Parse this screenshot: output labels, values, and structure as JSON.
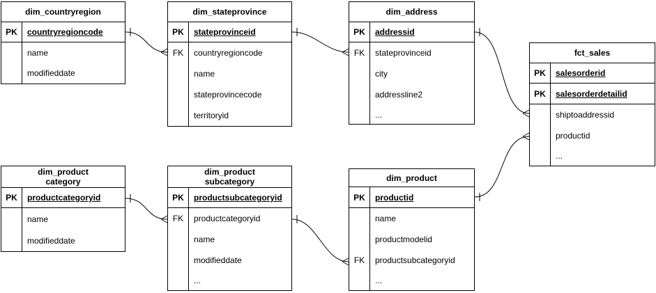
{
  "diagram": {
    "kind": "entity-relationship-diagram",
    "background_color": "#ffffff",
    "line_color": "#000000",
    "tables": [
      {
        "title": "dim_countryregion",
        "rows": [
          {
            "key": "PK",
            "field": "countryregioncode",
            "is_pk": true
          },
          {
            "key": "",
            "field": "name",
            "is_pk": false
          },
          {
            "key": "",
            "field": "modifieddate",
            "is_pk": false
          }
        ]
      },
      {
        "title": "dim_stateprovince",
        "rows": [
          {
            "key": "PK",
            "field": "stateprovinceid",
            "is_pk": true
          },
          {
            "key": "FK",
            "field": "countryregioncode",
            "is_pk": false
          },
          {
            "key": "",
            "field": "name",
            "is_pk": false
          },
          {
            "key": "",
            "field": "stateprovincecode",
            "is_pk": false
          },
          {
            "key": "",
            "field": "territoryid",
            "is_pk": false
          }
        ]
      },
      {
        "title": "dim_address",
        "rows": [
          {
            "key": "PK",
            "field": "addressid",
            "is_pk": true
          },
          {
            "key": "FK",
            "field": "stateprovinceid",
            "is_pk": false
          },
          {
            "key": "",
            "field": "city",
            "is_pk": false
          },
          {
            "key": "",
            "field": "addressline2",
            "is_pk": false
          },
          {
            "key": "",
            "field": "...",
            "is_pk": false
          }
        ]
      },
      {
        "title": "fct_sales",
        "rows": [
          {
            "key": "PK",
            "field": "salesorderid",
            "is_pk": true
          },
          {
            "key": "PK",
            "field": "salesorderdetailid",
            "is_pk": true
          },
          {
            "key": "",
            "field": "shiptoaddressid",
            "is_pk": false
          },
          {
            "key": "",
            "field": "productid",
            "is_pk": false
          },
          {
            "key": "",
            "field": "...",
            "is_pk": false
          }
        ]
      },
      {
        "title": "dim_product\ncategory",
        "rows": [
          {
            "key": "PK",
            "field": "productcategoryid",
            "is_pk": true
          },
          {
            "key": "",
            "field": "name",
            "is_pk": false
          },
          {
            "key": "",
            "field": "modifieddate",
            "is_pk": false
          }
        ]
      },
      {
        "title": "dim_product\nsubcategory",
        "rows": [
          {
            "key": "PK",
            "field": "productsubcategoryid",
            "is_pk": true
          },
          {
            "key": "FK",
            "field": "productcategoryid",
            "is_pk": false
          },
          {
            "key": "",
            "field": "name",
            "is_pk": false
          },
          {
            "key": "",
            "field": "modifieddate",
            "is_pk": false
          },
          {
            "key": "",
            "field": "...",
            "is_pk": false
          }
        ]
      },
      {
        "title": "dim_product",
        "rows": [
          {
            "key": "PK",
            "field": "productid",
            "is_pk": true
          },
          {
            "key": "",
            "field": "name",
            "is_pk": false
          },
          {
            "key": "",
            "field": "productmodelid",
            "is_pk": false
          },
          {
            "key": "FK",
            "field": "productsubcategoryid",
            "is_pk": false
          },
          {
            "key": "",
            "field": "...",
            "is_pk": false
          }
        ]
      }
    ],
    "relationships": [
      {
        "from_table": "dim_countryregion",
        "from_field": "countryregioncode",
        "to_table": "dim_stateprovince",
        "to_field": "countryregioncode",
        "from_end": "one",
        "to_end": "many"
      },
      {
        "from_table": "dim_stateprovince",
        "from_field": "stateprovinceid",
        "to_table": "dim_address",
        "to_field": "stateprovinceid",
        "from_end": "one",
        "to_end": "many"
      },
      {
        "from_table": "dim_address",
        "from_field": "addressid",
        "to_table": "fct_sales",
        "to_field": "shiptoaddressid",
        "from_end": "one",
        "to_end": "many"
      },
      {
        "from_table": "dim_product category",
        "from_field": "productcategoryid",
        "to_table": "dim_product subcategory",
        "to_field": "productcategoryid",
        "from_end": "one",
        "to_end": "many"
      },
      {
        "from_table": "dim_product subcategory",
        "from_field": "productsubcategoryid",
        "to_table": "dim_product",
        "to_field": "productsubcategoryid",
        "from_end": "one",
        "to_end": "many"
      },
      {
        "from_table": "dim_product",
        "from_field": "productid",
        "to_table": "fct_sales",
        "to_field": "productid",
        "from_end": "one",
        "to_end": "many"
      }
    ]
  }
}
